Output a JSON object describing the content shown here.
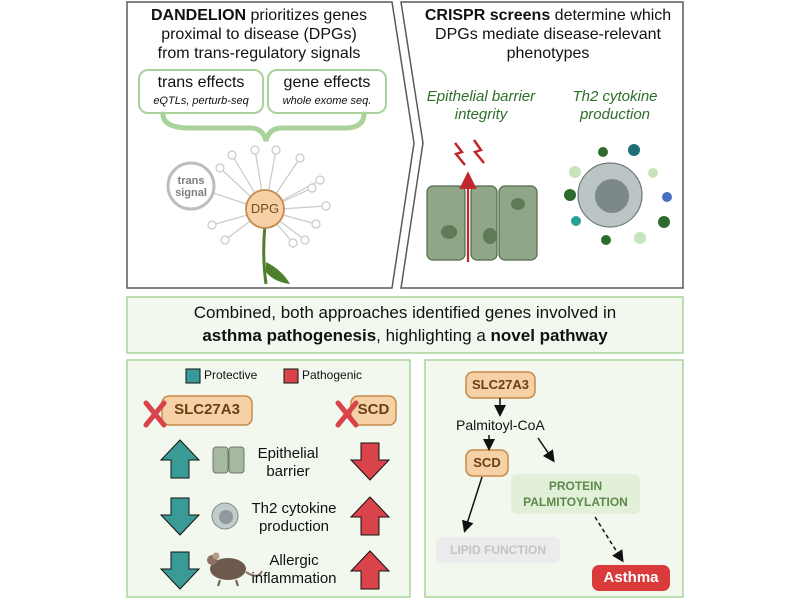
{
  "top_left": {
    "title_bold": "DANDELION",
    "title_rest": " prioritizes genes",
    "line2": "proximal to disease (DPGs)",
    "line3": "from trans-regulatory signals",
    "trans_effects_label": "trans effects",
    "trans_effects_sub": "eQTLs, perturb-seq",
    "gene_effects_label": "gene effects",
    "gene_effects_sub": "whole exome seq.",
    "trans_signal_line1": "trans",
    "trans_signal_line2": "signal",
    "dpg_label": "DPG"
  },
  "top_right": {
    "title_bold": "CRISPR screens",
    "title_rest": " determine which",
    "line2": "DPGs mediate disease-relevant",
    "line3": "phenotypes",
    "epithelial_line1": "Epithelial barrier",
    "epithelial_line2": "integrity",
    "th2_line1": "Th2 cytokine",
    "th2_line2": "production"
  },
  "banner": {
    "line1": "Combined, both approaches identified genes involved in",
    "bold1": "asthma pathogenesis",
    "mid": ", highlighting a ",
    "bold2": "novel pathway"
  },
  "bottom_left": {
    "legend_protective": "Protective",
    "legend_pathogenic": "Pathogenic",
    "gene1": "SLC27A3",
    "gene2": "SCD",
    "row1_line1": "Epithelial",
    "row1_line2": "barrier",
    "row2_line1": "Th2 cytokine",
    "row2_line2": "production",
    "row3_line1": "Allergic",
    "row3_line2": "inflammation"
  },
  "bottom_right": {
    "slc27a3": "SLC27A3",
    "palmitoyl": "Palmitoyl-CoA",
    "scd": "SCD",
    "protein_line1": "PROTEIN",
    "protein_line2": "PALMITOYLATION",
    "lipid_function": "LIPID FUNCTION",
    "asthma": "Asthma"
  },
  "colors": {
    "panel_border_green": "#a9d39a",
    "panel_fill_green": "#f2f8ee",
    "protective": "#3a9a96",
    "pathogenic": "#d9434a",
    "gene_fill": "#f6d1a6",
    "gene_border": "#c58a4d",
    "dandelion_stem": "#4f7f2c",
    "italic_green": "#2f6e2a",
    "asthma_red": "#d93a3a"
  }
}
